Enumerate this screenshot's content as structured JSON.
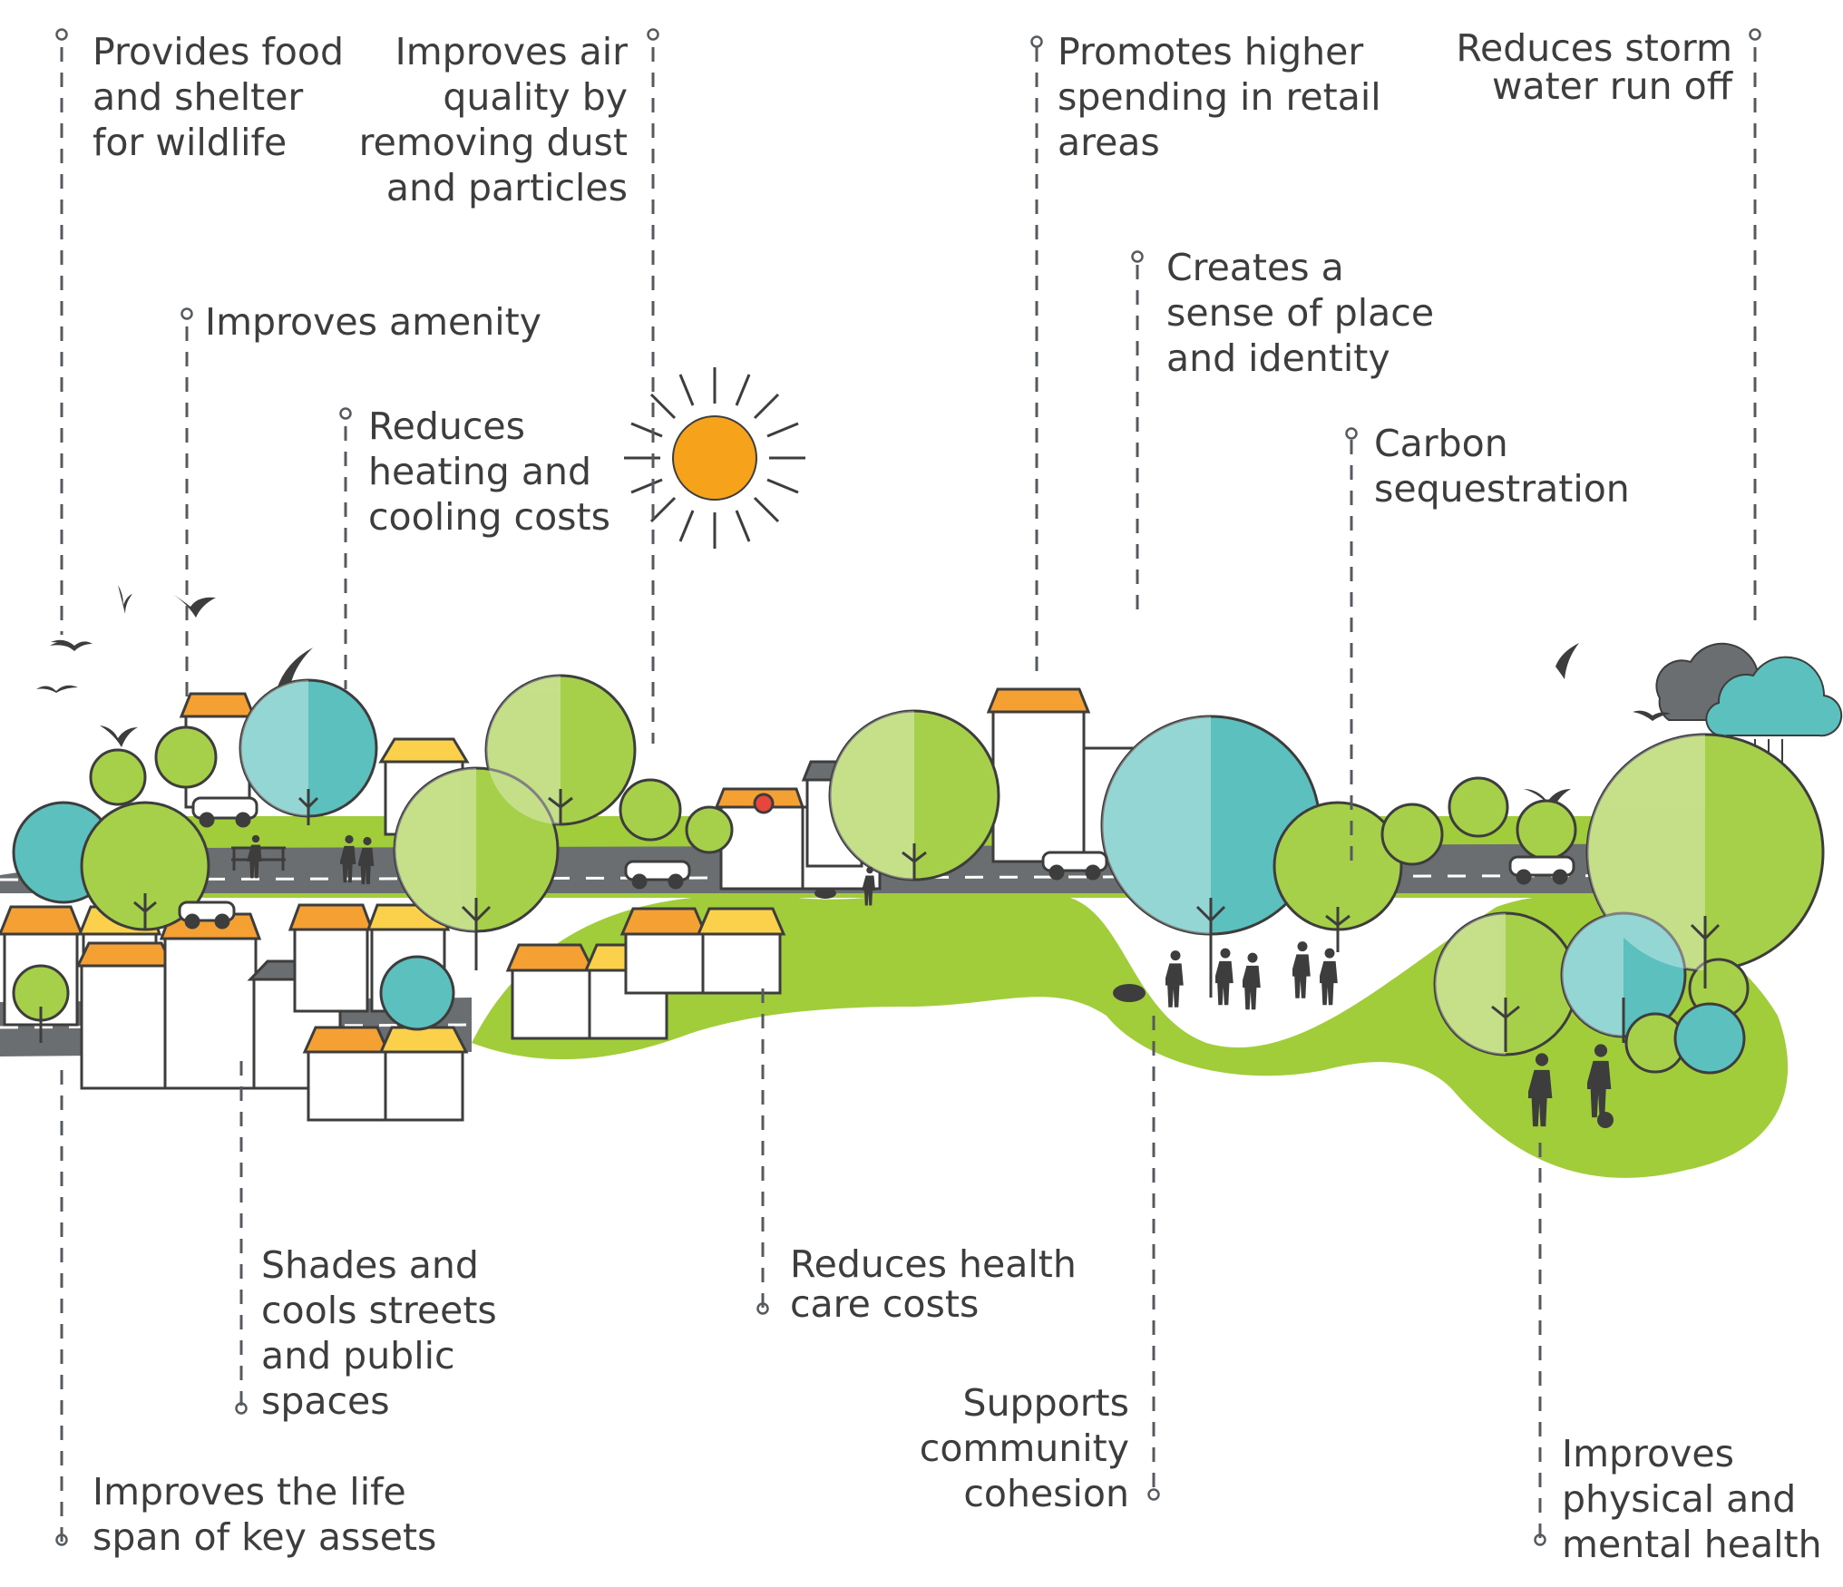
{
  "colors": {
    "ink": "#3d3d3d",
    "line": "#555a5e",
    "grass": "#a1cd3a",
    "grass_dark": "#8cc63f",
    "tree_green": "#a6cf4a",
    "tree_green_light": "#c2dd78",
    "tree_teal": "#5bc0be",
    "tree_teal_light": "#8ed3cf",
    "roof_orange": "#f5a033",
    "roof_yellow": "#fbd04a",
    "sun": "#f7a21b",
    "road": "#6b6e70",
    "cloud_dark": "#6b6e70",
    "cloud_teal": "#5bc0be"
  },
  "benefits": [
    {
      "id": "wildlife",
      "lines": [
        "Provides food",
        "and shelter",
        "for wildlife"
      ]
    },
    {
      "id": "air-quality",
      "lines": [
        "Improves air",
        "quality by",
        "removing dust",
        "and particles"
      ]
    },
    {
      "id": "amenity",
      "lines": [
        "Improves amenity"
      ]
    },
    {
      "id": "heating-cooling",
      "lines": [
        "Reduces",
        "heating and",
        "cooling costs"
      ]
    },
    {
      "id": "retail",
      "lines": [
        "Promotes higher",
        "spending in retail",
        "areas"
      ]
    },
    {
      "id": "storm-water",
      "lines": [
        "Reduces storm",
        "water run off"
      ]
    },
    {
      "id": "sense-of-place",
      "lines": [
        "Creates a",
        "sense of place",
        "and identity"
      ]
    },
    {
      "id": "carbon",
      "lines": [
        "Carbon",
        "sequestration"
      ]
    },
    {
      "id": "shades",
      "lines": [
        "Shades and",
        "cools streets",
        "and public",
        "spaces"
      ]
    },
    {
      "id": "life-span",
      "lines": [
        "Improves the life",
        "span of key assets"
      ]
    },
    {
      "id": "health-costs",
      "lines": [
        "Reduces health",
        "care costs"
      ]
    },
    {
      "id": "cohesion",
      "lines": [
        "Supports",
        "community",
        "cohesion"
      ]
    },
    {
      "id": "physical-mental",
      "lines": [
        "Improves",
        "physical and",
        "mental health"
      ]
    }
  ]
}
